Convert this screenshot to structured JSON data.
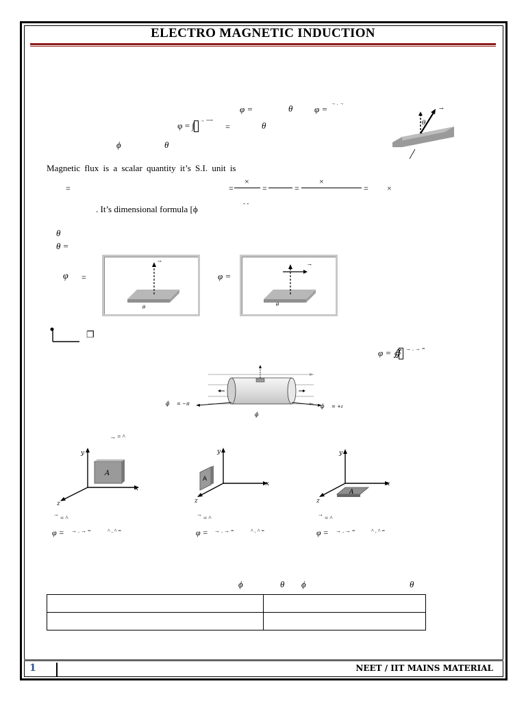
{
  "header": {
    "title": "ELECTRO MAGNETIC INDUCTION"
  },
  "flux_formulas": {
    "phi_eq_1": "φ =",
    "theta_1": "θ",
    "phi_eq_2": "φ =",
    "vec_dot": "→  .  →",
    "phi_integral": "φ = ∫",
    "integral_vec": "→    ⟶",
    "eq_sign": "=",
    "theta_2": "θ",
    "phi_sym": "ϕ",
    "theta_3": "θ"
  },
  "inclined_figure": {
    "theta_label": "θ",
    "vector_arrow": "→"
  },
  "paragraph": {
    "line1": "Magnetic flux is a scalar quantity it’s S.I. unit is",
    "eq_left": "=",
    "eq_right_1": "=",
    "times_1": "×",
    "eq_right_2": "=",
    "eq_right_3": "=",
    "times_2": "×",
    "eq_right_4": "=",
    "times_3": "×",
    "dim_formula": ". It’s dimensional formula [ϕ",
    "dim_powers": "-   -"
  },
  "theta_cases": {
    "theta_a": "θ",
    "theta_b": "θ ="
  },
  "case_figures": {
    "phi_left": "φ",
    "eq_left": "=",
    "phi_right": "φ =",
    "theta_fig1": "θ",
    "theta_fig2": "θ",
    "arrow_label": "→"
  },
  "checkbox_symbol": "❐",
  "closed_surface": {
    "formula": "φ = ∯",
    "formula_tail": "→  .  →  ="
  },
  "cylinder_figure": {
    "phi_left": "ϕ",
    "pi_left": "= −π",
    "phi_right": "ϕ",
    "pi_right": "= +π",
    "phi_bottom": "ϕ"
  },
  "area_vector": {
    "eq": "→  =    ^"
  },
  "axes_figures": [
    {
      "y": "y",
      "x": "x",
      "z": "z",
      "area": "A",
      "vec": "→",
      "eq1": "=     ^",
      "phi": "φ =",
      "dot": "→ . →  =",
      "tail": "^  .   ^  ="
    },
    {
      "y": "y",
      "x": "x",
      "z": "z",
      "area": "A",
      "vec": "→",
      "eq1": "=     ^",
      "phi": "φ =",
      "dot": "→ . →  =",
      "tail": "^  .   ^  ="
    },
    {
      "y": "y",
      "x": "x",
      "z": "z",
      "area": "A",
      "vec": "→",
      "eq1": "=     ^",
      "phi": "φ =",
      "dot": "→ . →  =",
      "tail": "^  .   ^  ="
    }
  ],
  "table_header": {
    "phi_1": "ϕ",
    "theta_1": "θ",
    "phi_2": "ϕ",
    "theta_2": "θ"
  },
  "table": {
    "rows": [
      [
        "",
        ""
      ],
      [
        "",
        ""
      ]
    ]
  },
  "footer": {
    "page_number": "1",
    "label": "NEET / IIT MAINS MATERIAL"
  }
}
